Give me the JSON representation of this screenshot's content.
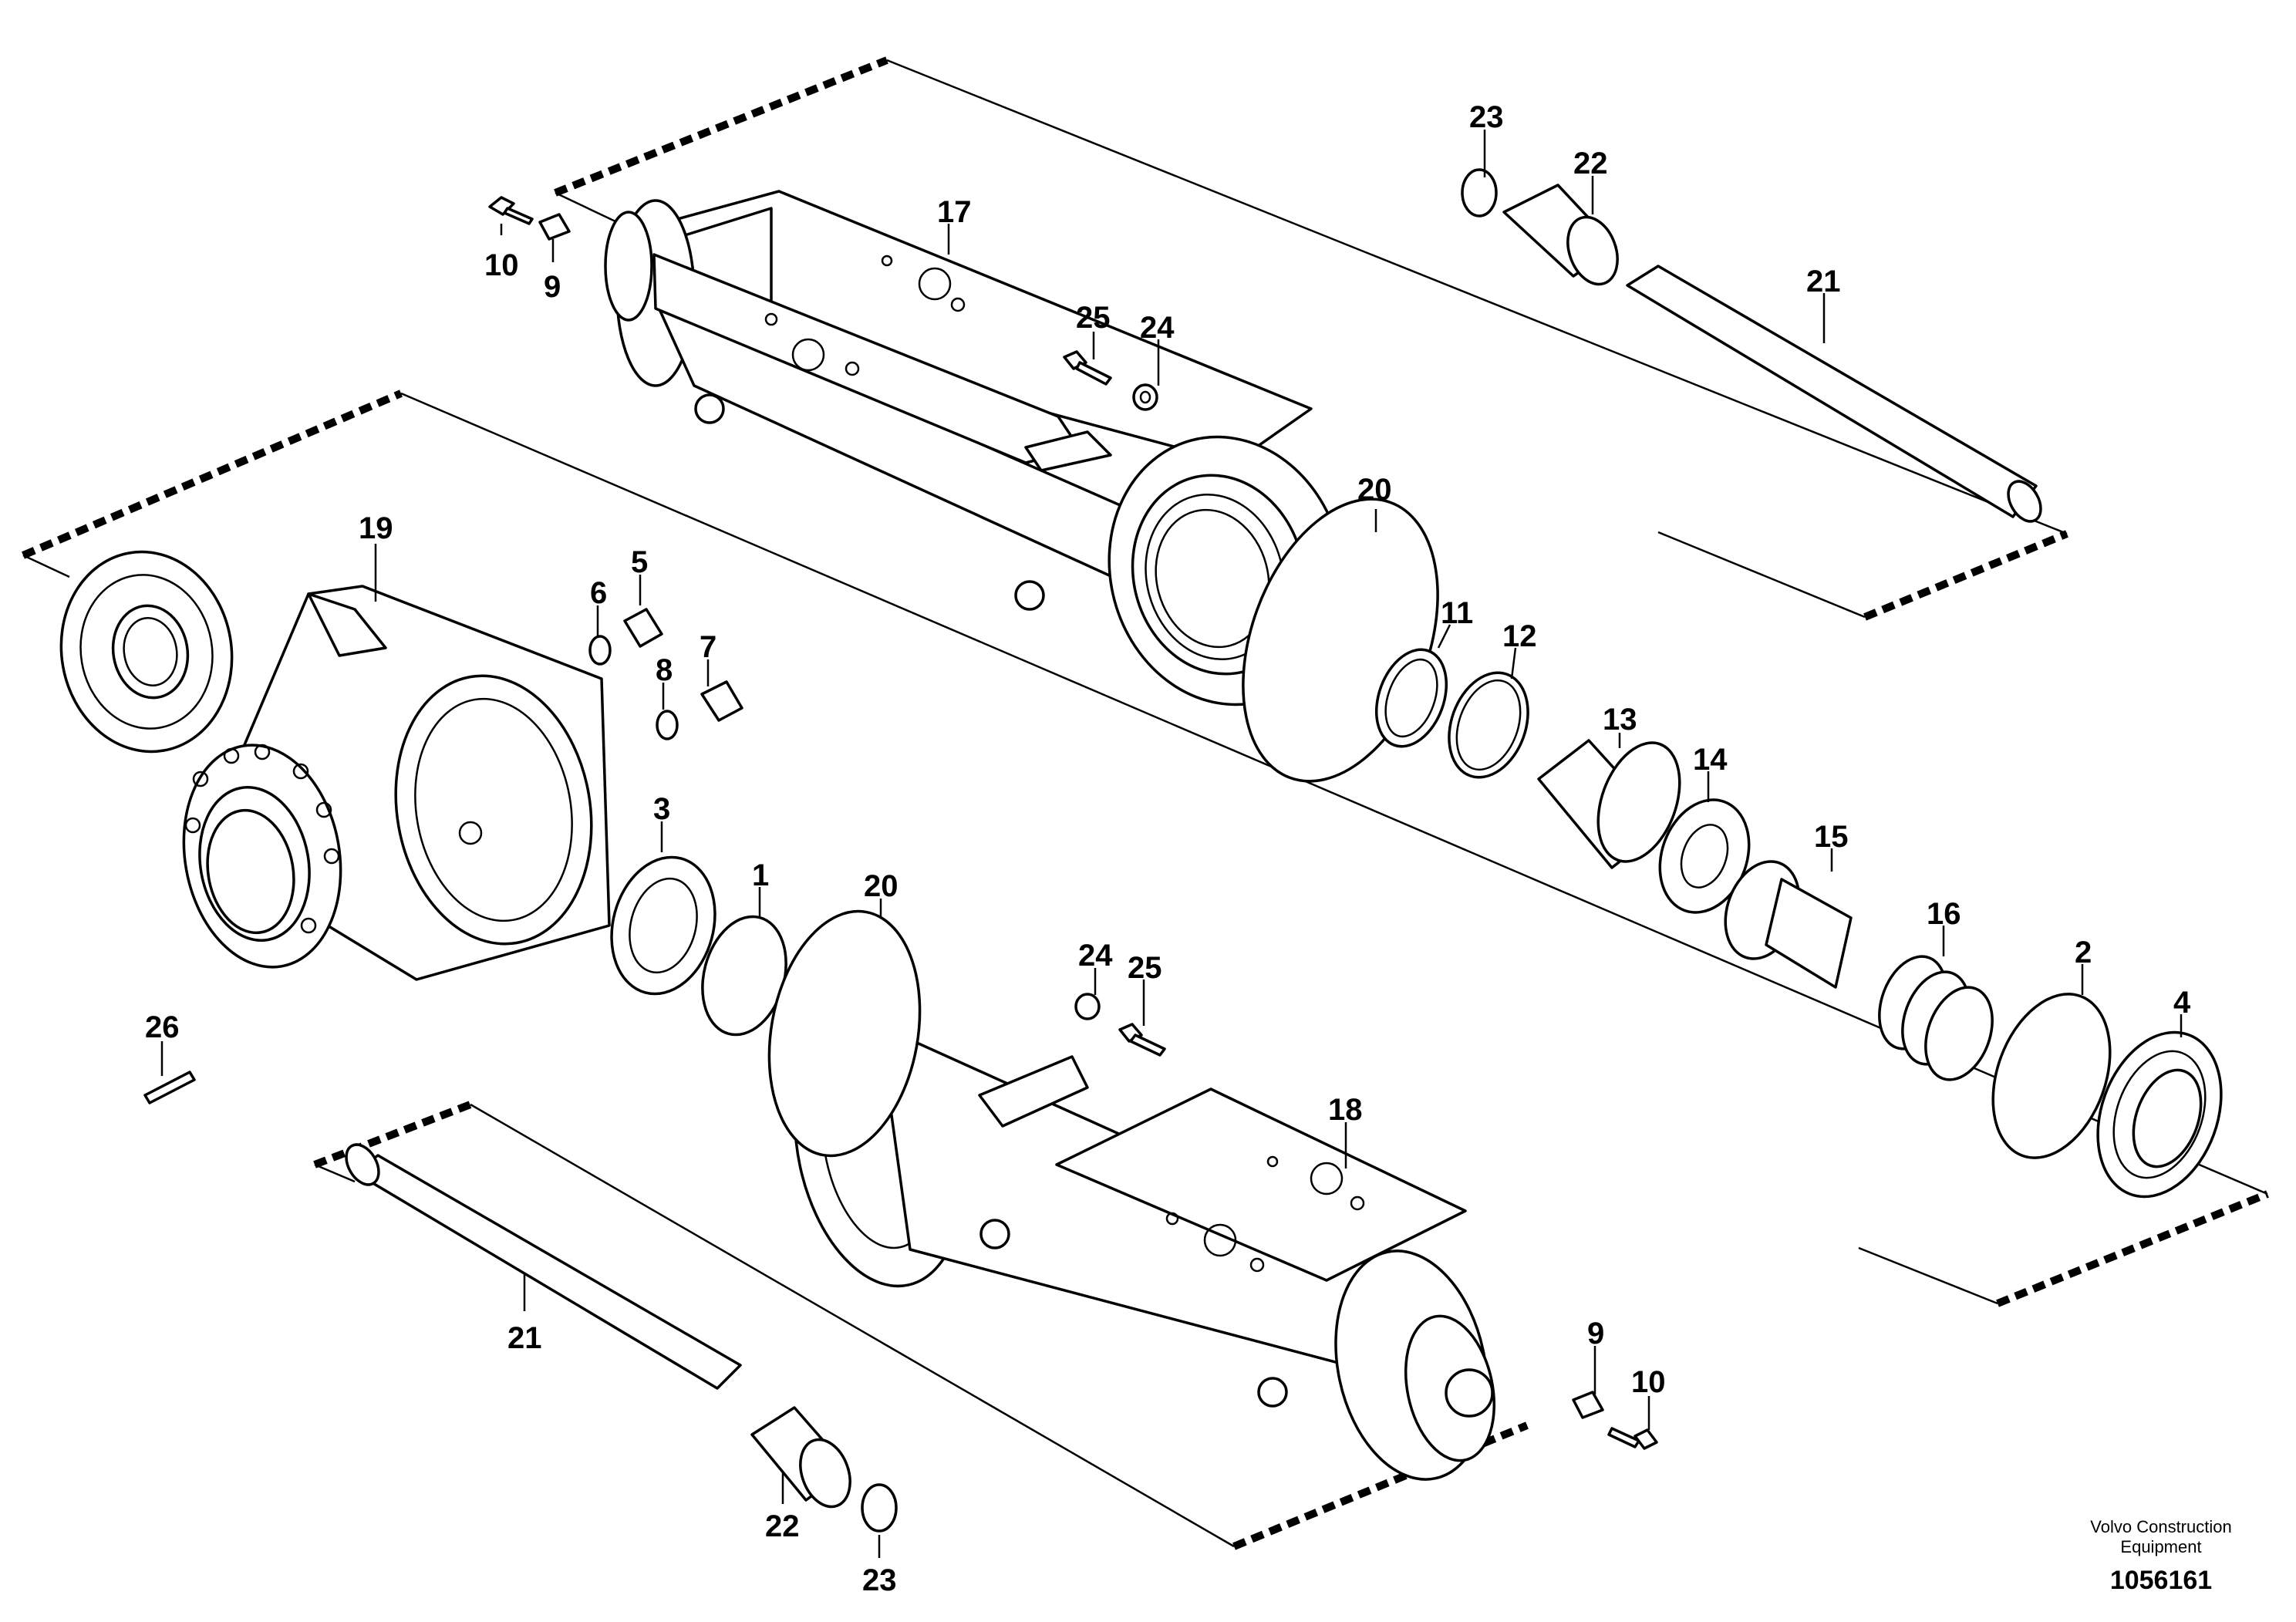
{
  "diagram": {
    "callouts": {
      "p1": "1",
      "p2": "2",
      "p3": "3",
      "p4": "4",
      "p5": "5",
      "p6": "6",
      "p7": "7",
      "p8": "8",
      "p9_top": "9",
      "p9_bottom": "9",
      "p10_top": "10",
      "p10_bottom": "10",
      "p11": "11",
      "p12": "12",
      "p13": "13",
      "p14": "14",
      "p15": "15",
      "p16": "16",
      "p17": "17",
      "p18": "18",
      "p19": "19",
      "p20_top": "20",
      "p20_bottom": "20",
      "p21_top": "21",
      "p21_bottom": "21",
      "p22_top": "22",
      "p22_bottom": "22",
      "p23_top": "23",
      "p23_bottom": "23",
      "p24_top": "24",
      "p24_bottom": "24",
      "p25_top": "25",
      "p25_bottom": "25",
      "p26": "26"
    },
    "credit_line1": "Volvo Construction",
    "credit_line2": "Equipment",
    "reference_number": "1056161"
  }
}
